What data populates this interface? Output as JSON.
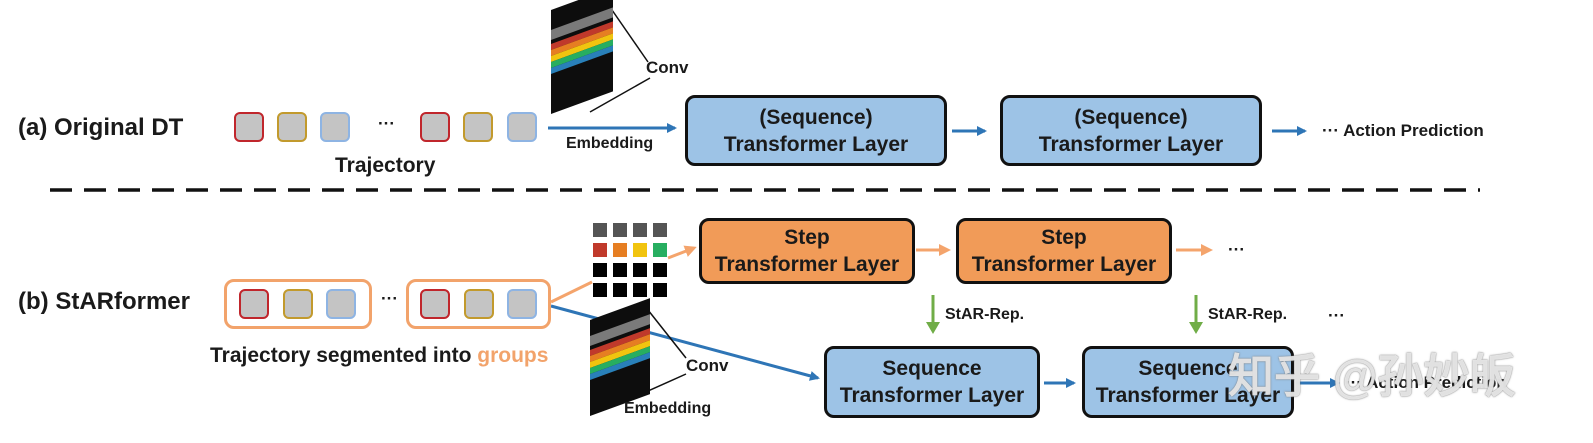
{
  "section_a": {
    "title": "(a) Original DT",
    "trajectory_label": "Trajectory",
    "ellipsis": "···",
    "conv_label": "Conv",
    "embedding_label": "Embedding",
    "layer1": {
      "line1": "(Sequence)",
      "line2": "Transformer Layer"
    },
    "layer2": {
      "line1": "(Sequence)",
      "line2": "Transformer Layer"
    },
    "output_label": "··· Action Prediction"
  },
  "section_b": {
    "title": "(b) StARformer",
    "group_caption": "Trajectory segmented into ",
    "group_caption_highlight": "groups",
    "ellipsis": "···",
    "conv_label": "Conv",
    "embedding_label": "Embedding",
    "step_layer1": {
      "line1": "Step",
      "line2": "Transformer Layer"
    },
    "step_layer2": {
      "line1": "Step",
      "line2": "Transformer Layer"
    },
    "step_ellipsis": "···",
    "star_rep_1": "StAR-Rep.",
    "star_rep_2": "StAR-Rep.",
    "star_rep_ellipsis": "···",
    "seq_layer1": {
      "line1": "Sequence",
      "line2": "Transformer Layer"
    },
    "seq_layer2": {
      "line1": "Sequence",
      "line2": "Transformer Layer"
    },
    "output_label": "··· Action Prediction"
  },
  "watermark": "知乎 @孙妙皈",
  "colors": {
    "blue_box": "#9dc3e6",
    "orange_box": "#f19b58",
    "blue_arrow": "#2e75b6",
    "orange_arrow": "#f4a46c",
    "green_arrow": "#70ad47",
    "group_highlight": "#f2a36b"
  }
}
